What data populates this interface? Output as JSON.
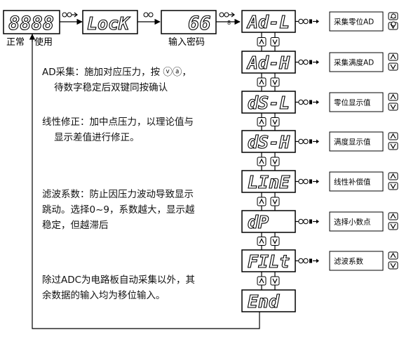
{
  "top_row": {
    "display_1": "8888",
    "display_2": "LocK",
    "display_3": "66",
    "label_normal": "正常",
    "label_use": "使用",
    "label_password": "输入密码"
  },
  "menu": [
    {
      "code": "Ad-L",
      "function": "采集零位AD"
    },
    {
      "code": "Ad-H",
      "function": "采集满度AD"
    },
    {
      "code": "dS-L",
      "function": "零位显示值"
    },
    {
      "code": "dS-H",
      "function": "满度显示值"
    },
    {
      "code": "LInE",
      "function": "线性补偿值"
    },
    {
      "code": "dP",
      "function": "选择小数点"
    },
    {
      "code": "FILt",
      "function": "滤波系数"
    },
    {
      "code": "End",
      "function": ""
    }
  ],
  "notes": {
    "ad_collect": "AD采集：施加对应压力，按 ⓥⓐ，\n    待数字稳定后双键同按确认",
    "linear": "线性修正：加中点压力，以理论值与\n    显示差值进行修正。",
    "filter": "滤波系数：防止因压力波动导致显示\n跳动。选择0~9，系数越大，显示越\n稳定，但越滞后",
    "other": "除过ADC为电路板自动采集以外，其\n余数据的输入均为移位输入。"
  },
  "icons": [
    "key-press-icon",
    "up-key-icon",
    "down-key-icon",
    "arrow-right-icon"
  ]
}
